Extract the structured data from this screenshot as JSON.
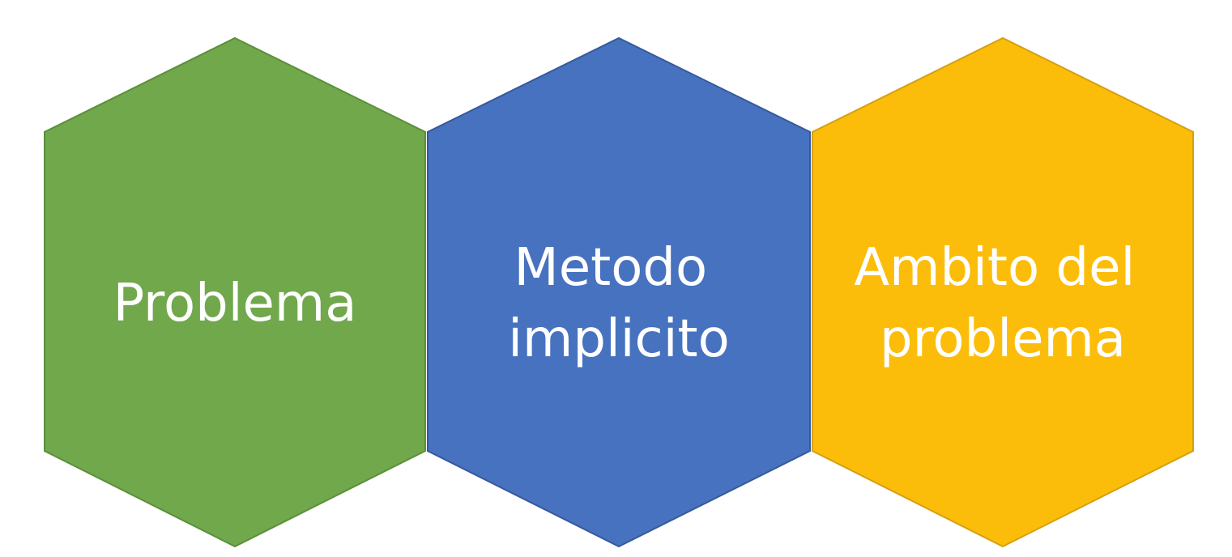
{
  "diagram": {
    "hexagons": [
      {
        "lines": [
          "Problema"
        ],
        "fill": "#70a84b",
        "stroke": "#5b8f3a"
      },
      {
        "lines": [
          "Metodo",
          "implicito"
        ],
        "fill": "#4772bf",
        "stroke": "#35599c"
      },
      {
        "lines": [
          "Ambito del",
          "problema"
        ],
        "fill": "#fcbd0a",
        "stroke": "#d4a010"
      }
    ]
  }
}
